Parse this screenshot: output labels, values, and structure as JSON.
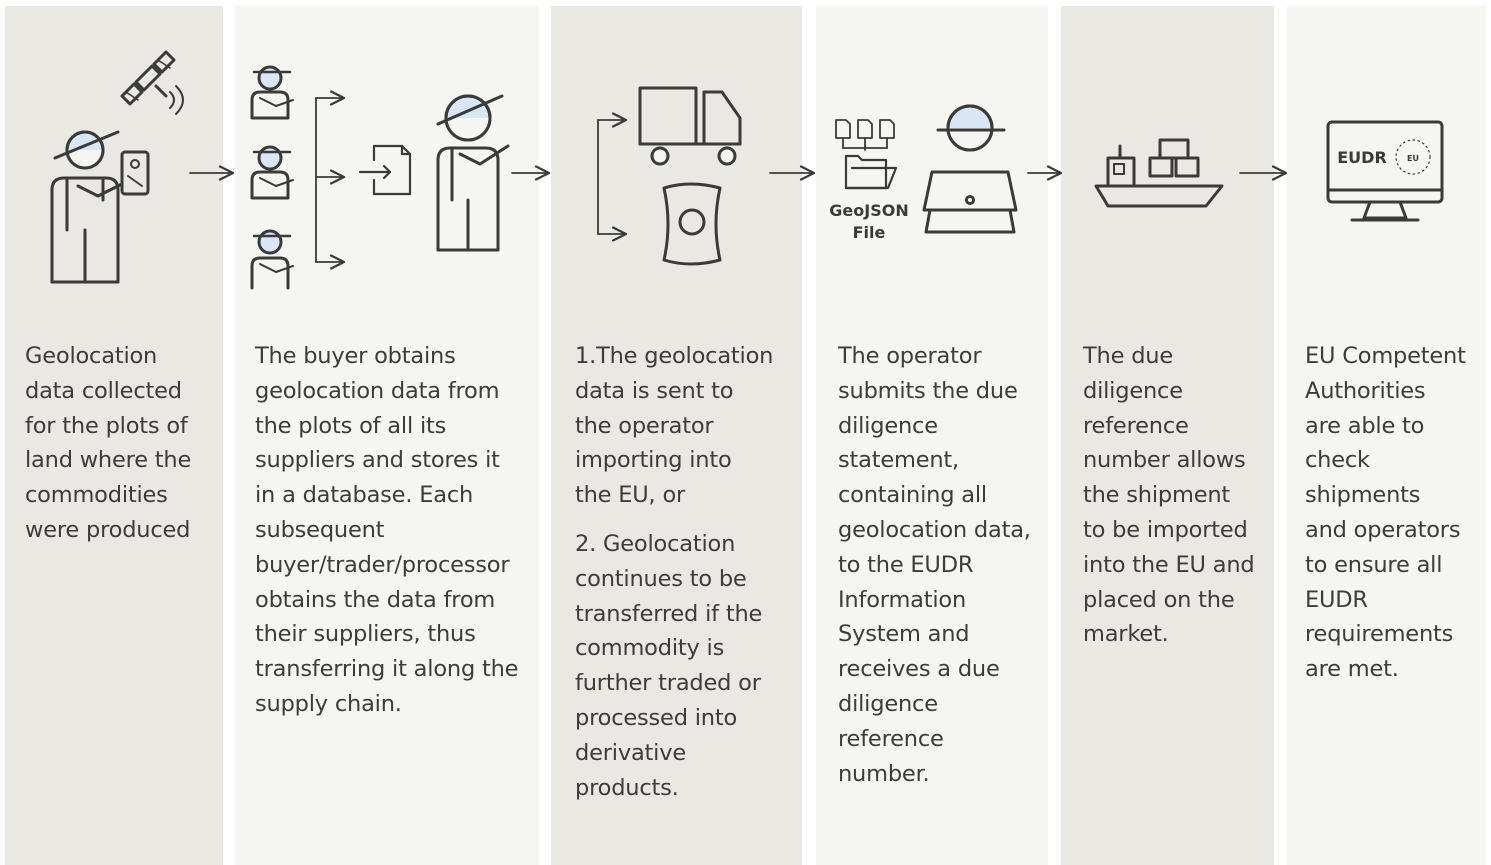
{
  "colors": {
    "panel_dark": "#eae8e2",
    "panel_light": "#f5f5f1",
    "icon_stroke": "#3a3a3a",
    "hat_fill": "#d9e6f5",
    "text": "#3c3c3c"
  },
  "icons": {
    "step1": [
      "farmer-icon",
      "satellite-icon",
      "smartphone-map-icon"
    ],
    "step2": [
      "supplier-icon",
      "supplier-icon",
      "supplier-icon",
      "document-import-icon",
      "buyer-icon"
    ],
    "step3": [
      "truck-icon",
      "commodity-sack-icon"
    ],
    "step4": [
      "geojson-file-icon",
      "operator-laptop-icon"
    ],
    "step5": [
      "cargo-ship-icon"
    ],
    "step6": [
      "eudr-monitor-icon"
    ]
  },
  "geojson": {
    "line1": "GeoJSON",
    "line2": "File"
  },
  "eudr_monitor": {
    "label": "EUDR",
    "badge": "EU"
  },
  "steps": [
    {
      "lines": [
        "Geolocation",
        "data collected",
        "for the plots of",
        "land where the",
        "commodities",
        "were produced"
      ]
    },
    {
      "lines": [
        "The buyer obtains",
        "geolocation data from",
        "the plots of all its",
        "suppliers and stores it",
        "in a database.  Each",
        "subsequent",
        "buyer/trader/processor",
        "obtains the data from",
        "their suppliers, thus",
        "transferring it along the",
        "supply chain."
      ]
    },
    {
      "part1": [
        "1.The geolocation",
        "data is sent to",
        "the operator",
        "importing into",
        "the EU, or"
      ],
      "part2": [
        "2. Geolocation",
        "continues to be",
        "transferred if the",
        "commodity is",
        "further traded or",
        "processed into",
        "derivative",
        "products."
      ]
    },
    {
      "lines": [
        "The operator",
        "submits the due",
        "diligence",
        "statement,",
        "containing all",
        "geolocation data,",
        "to the EUDR",
        "Information",
        "System and",
        "receives a due",
        "diligence",
        "reference",
        "number."
      ]
    },
    {
      "lines": [
        "The due",
        "diligence",
        "reference",
        "number allows",
        "the shipment",
        "to be imported",
        "into the EU and",
        "placed on the",
        "market."
      ]
    },
    {
      "lines": [
        "EU Competent",
        "Authorities",
        "are able to",
        "check",
        "shipments",
        "and operators",
        "to ensure all",
        "EUDR",
        "requirements",
        "are met."
      ]
    }
  ]
}
